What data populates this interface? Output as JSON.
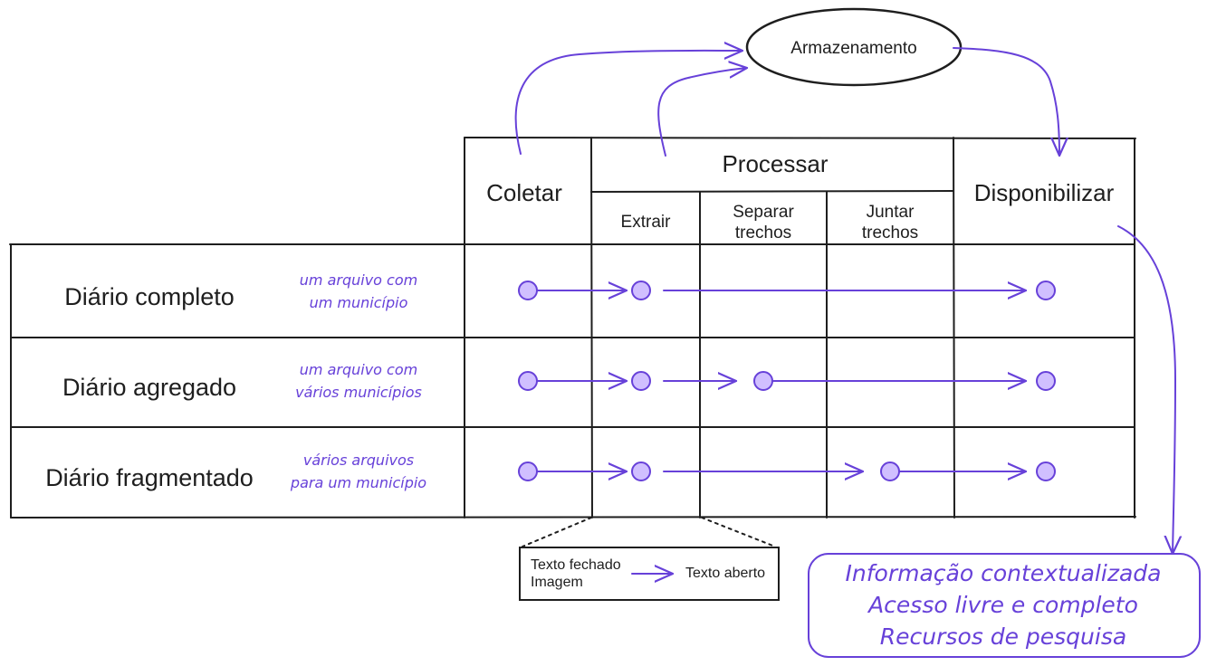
{
  "storage": {
    "label": "Armazenamento"
  },
  "headers": {
    "coletar": "Coletar",
    "processar": "Processar",
    "disponibilizar": "Disponibilizar",
    "extrair": "Extrair",
    "separar": [
      "Separar",
      "trechos"
    ],
    "juntar": [
      "Juntar",
      "trechos"
    ]
  },
  "rows": [
    {
      "label": "Diário completo",
      "note": [
        "um arquivo com",
        "um município"
      ]
    },
    {
      "label": "Diário agregado",
      "note": [
        "um arquivo com",
        "vários municípios"
      ]
    },
    {
      "label": "Diário fragmentado",
      "note": [
        "vários arquivos",
        "para um município"
      ]
    }
  ],
  "detail_box": {
    "left": [
      "Texto fechado",
      "Imagem"
    ],
    "right": "Texto aberto"
  },
  "summary_box": [
    "Informação contextualizada",
    "Acesso livre e completo",
    "Recursos de pesquisa"
  ],
  "colors": {
    "stroke": "#1e1e1e",
    "accent": "#6741d9",
    "dot_fill": "#d0bfff"
  }
}
